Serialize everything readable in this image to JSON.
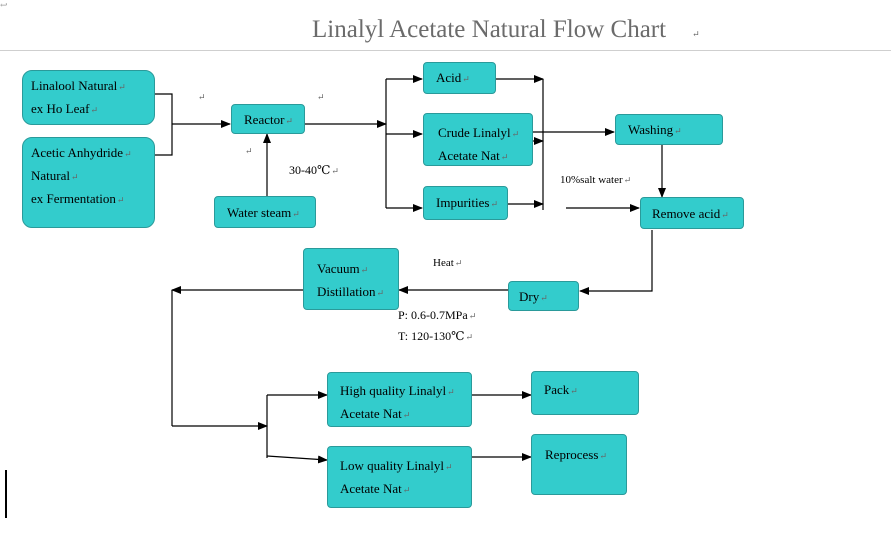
{
  "title": "Linalyl Acetate Natural Flow Chart",
  "para_mark": "↵",
  "corner_mark": "↩",
  "nodes": {
    "linalool": [
      "Linalool Natural",
      "ex Ho Leaf"
    ],
    "acetic": [
      "Acetic Anhydride",
      "Natural",
      "ex Fermentation"
    ],
    "reactor": [
      "Reactor"
    ],
    "water_steam": [
      "Water steam"
    ],
    "acid": [
      "Acid"
    ],
    "crude": [
      "Crude  Linalyl",
      "Acetate Nat"
    ],
    "impurities": [
      "Impurities"
    ],
    "washing": [
      "Washing"
    ],
    "remove_acid": [
      "Remove acid"
    ],
    "dry": [
      "Dry"
    ],
    "vacuum": [
      "Vacuum",
      "Distillation"
    ],
    "high_quality": [
      "High quality Linalyl",
      "Acetate Nat"
    ],
    "low_quality": [
      "Low  quality Linalyl",
      "Acetate Nat"
    ],
    "pack": [
      "Pack"
    ],
    "reprocess": [
      "Reprocess"
    ]
  },
  "labels": {
    "temp_reactor": "30-40℃",
    "salt_water": "10%salt water",
    "heat": "Heat",
    "pressure": "P:  0.6-0.7MPa",
    "temp_distill": "T:  120-130℃"
  },
  "colors": {
    "box_fill": "#33cccc",
    "box_border": "#2a9a9a",
    "title": "#6b6b6b"
  }
}
